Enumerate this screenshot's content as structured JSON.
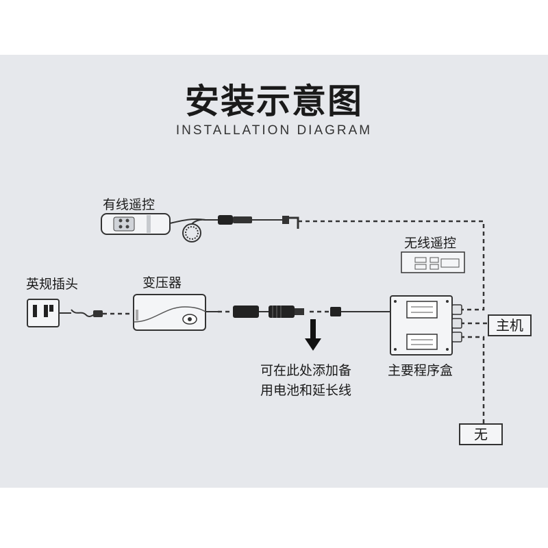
{
  "title": "安装示意图",
  "subtitle": "INSTALLATION DIAGRAM",
  "labels": {
    "wired_remote": "有线遥控",
    "wireless_remote": "无线遥控",
    "uk_plug": "英规插头",
    "transformer": "变压器",
    "main_unit": "主机",
    "none": "无",
    "main_control_box": "主要程序盒",
    "note_line1": "可在此处添加备",
    "note_line2": "用电池和延长线"
  },
  "colors": {
    "panel_background": "#e6e8ec",
    "line": "#333333"
  }
}
